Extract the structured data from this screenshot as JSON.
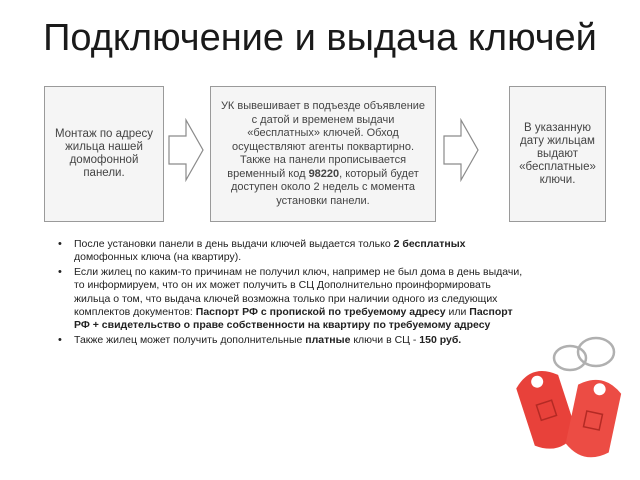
{
  "slide": {
    "title": "Подключение и выдача ключей"
  },
  "flow": {
    "step1": "Монтаж по адресу жильца нашей домофонной панели.",
    "step2_a": "УК вывешивает в подъезде объявление с датой и временем выдачи «бесплатных» ключей. Обход осуществляют агенты поквартирно. Также на панели прописывается временный код ",
    "step2_code": "98220",
    "step2_b": ", который будет доступен около 2 недель с момента установки панели.",
    "step3": "В указанную дату жильцам выдают «бесплатные» ключи."
  },
  "bullets": {
    "b1_text": "После установки панели в день выдачи ключей выдается только ",
    "b1_bold": "2 бесплатных",
    "b1_tail": " домофонных ключа (на квартиру).",
    "b2_text": "Если жилец по каким-то причинам не получил ключ, например не был дома в день выдачи, то информируем, что он их может получить в СЦ Дополнительно проинформировать жильца о том, что выдача ключей возможна только при наличии одного из следующих комплектов документов: ",
    "b2_bold1": "Паспорт РФ с пропиской по требуемому адресу",
    "b2_mid": " или ",
    "b2_bold2": "Паспорт РФ + свидетельство о праве собственности на квартиру по требуемому адресу",
    "b3_text": "Также жилец может получить дополнительные ",
    "b3_bold": "платные",
    "b3_mid": " ключи в СЦ - ",
    "b3_price": "150 руб."
  },
  "image": {
    "icon": "rfid-keyfob-icon",
    "colors": {
      "fob": "#e8413a",
      "ring": "#b0b0b0"
    }
  }
}
